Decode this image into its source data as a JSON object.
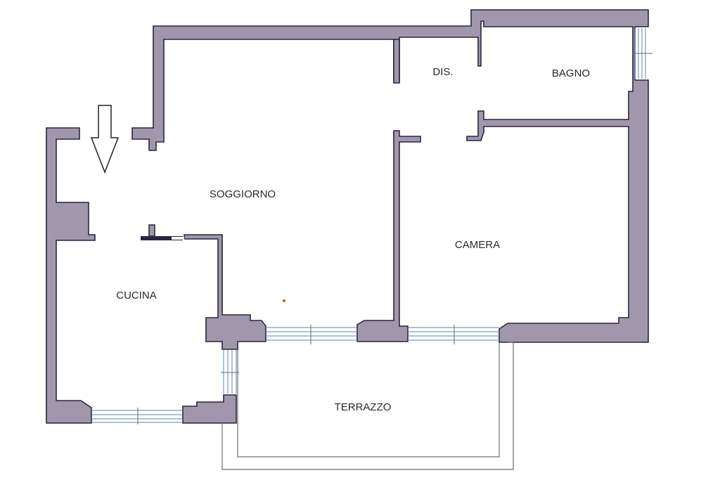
{
  "rooms": {
    "soggiorno": "SOGGIORNO",
    "dis": "DIS.",
    "bagno": "BAGNO",
    "camera": "CAMERA",
    "cucina": "CUCINA",
    "terrazzo": "TERRAZZO"
  },
  "entrance_arrow_icon": "down-arrow-icon",
  "colors": {
    "wall_fill": "#a197ad",
    "wall_outline": "#2a2540",
    "window_glass": "#5b86b0",
    "background": "#ffffff"
  }
}
